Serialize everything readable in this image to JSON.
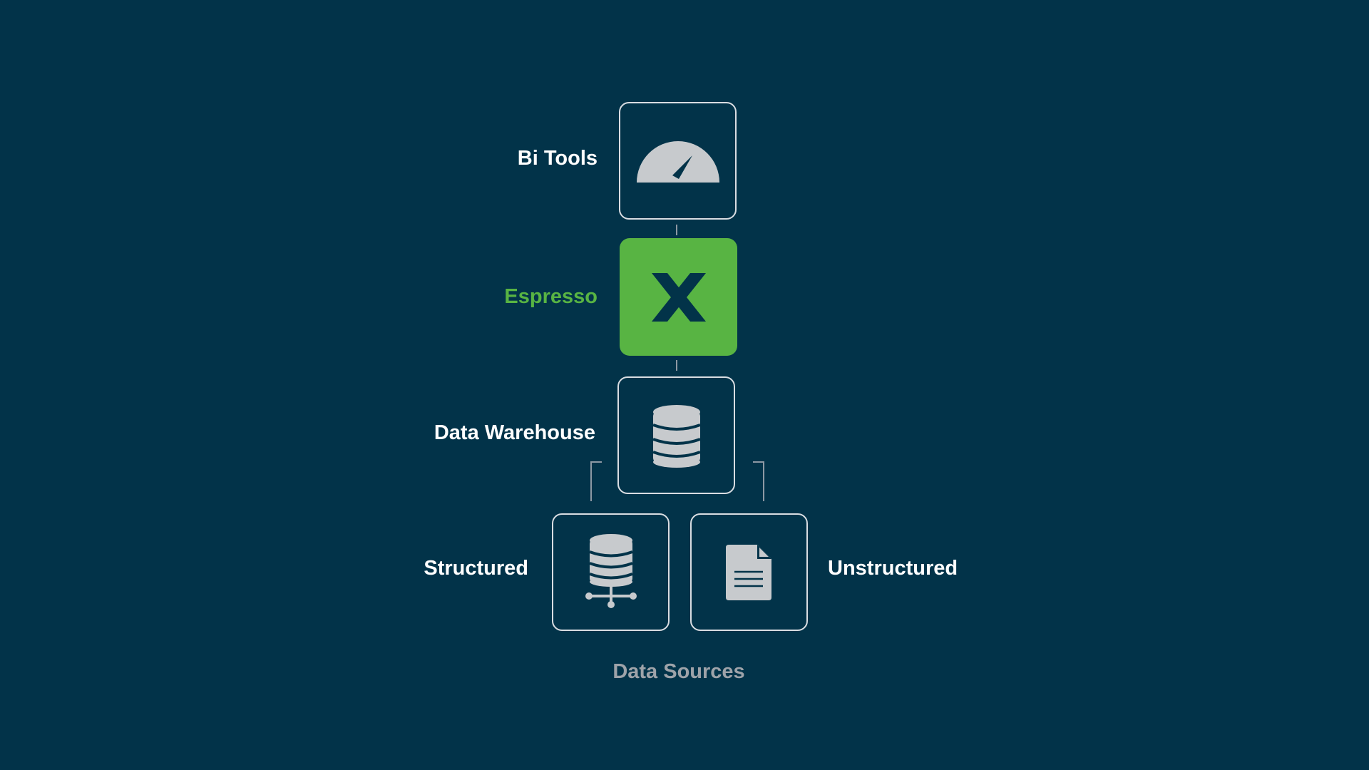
{
  "diagram": {
    "nodes": [
      {
        "id": "bi-tools",
        "label": "Bi Tools",
        "icon": "gauge-icon"
      },
      {
        "id": "espresso",
        "label": "Espresso",
        "icon": "espresso-x-logo"
      },
      {
        "id": "data-warehouse",
        "label": "Data Warehouse",
        "icon": "database-icon"
      },
      {
        "id": "structured",
        "label": "Structured",
        "icon": "database-network-icon"
      },
      {
        "id": "unstructured",
        "label": "Unstructured",
        "icon": "document-icon"
      }
    ],
    "group_caption": "Data Sources",
    "colors": {
      "background": "#023349",
      "accent": "#58b443",
      "border": "#d9dde2",
      "icon": "#c7cacd",
      "caption": "#9ea3a9"
    }
  }
}
